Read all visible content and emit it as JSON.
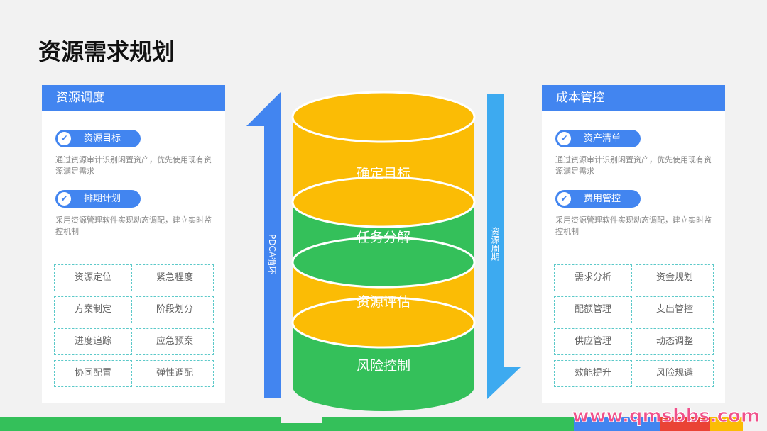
{
  "title": "资源需求规划",
  "left_panel": {
    "header": "资源调度",
    "items": [
      {
        "label": "资源目标",
        "desc": "通过资源审计识别闲置资产，优先使用现有资源满足需求"
      },
      {
        "label": "排期计划",
        "desc": "采用资源管理软件实现动态调配，建立实时监控机制"
      }
    ],
    "grid": [
      "资源定位",
      "紧急程度",
      "方案制定",
      "阶段划分",
      "进度追踪",
      "应急预案",
      "协同配置",
      "弹性调配"
    ]
  },
  "right_panel": {
    "header": "成本管控",
    "items": [
      {
        "label": "资产清单",
        "desc": "通过资源审计识别闲置资产，优先使用现有资源满足需求"
      },
      {
        "label": "费用管控",
        "desc": "采用资源管理软件实现动态调配，建立实时监控机制"
      }
    ],
    "grid": [
      "需求分析",
      "资金规划",
      "配额管理",
      "支出管控",
      "供应管理",
      "动态调整",
      "效能提升",
      "风险规避"
    ]
  },
  "cylinder": {
    "layers": [
      "确定目标",
      "任务分解",
      "资源评估",
      "风险控制"
    ]
  },
  "left_arrow_label": "PDCA循环",
  "right_arrow_label": "资源周期",
  "watermark": "www.qmsbbs.com",
  "colors": {
    "blue": "#4285f0",
    "yellow": "#fbbc05",
    "green": "#34c05a",
    "lightblue": "#3daaf0",
    "red": "#ea4335"
  }
}
